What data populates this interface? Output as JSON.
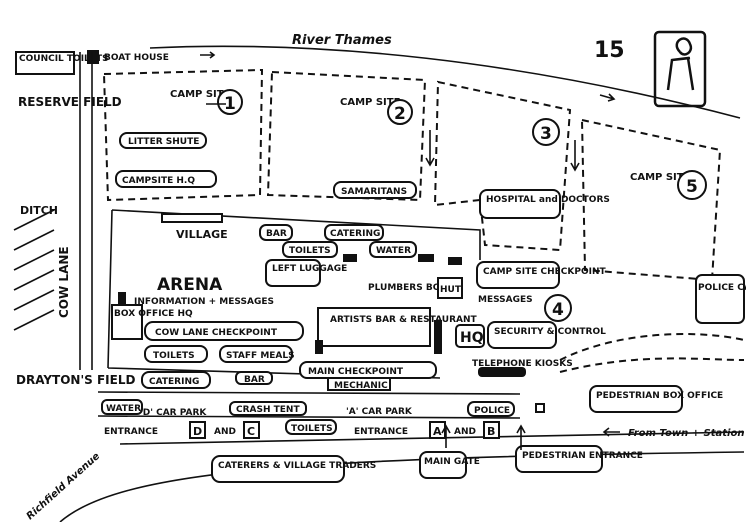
{
  "page_number": "15",
  "river": "River Thames",
  "roads": {
    "cow_lane": "COW LANE",
    "richfield_avenue": "Richfield Avenue",
    "from_town_station": "From Town + Station"
  },
  "areas": {
    "council_toilets": "COUNCIL TOILETS",
    "boat_house": "BOAT HOUSE",
    "reserve_field": "RESERVE FIELD",
    "ditch": "DITCH",
    "draytons_field": "DRAYTON'S FIELD",
    "village": "VILLAGE",
    "arena": "ARENA"
  },
  "camp_sites": [
    {
      "label": "CAMP SITE",
      "number": "1"
    },
    {
      "label": "CAMP SITE",
      "number": "2"
    },
    {
      "label": "",
      "number": "3"
    },
    {
      "label": "",
      "number": "4"
    },
    {
      "label": "CAMP SITE",
      "number": "5"
    }
  ],
  "labels": {
    "litter_shute": "LITTER SHUTE",
    "campsite_hq": "CAMPSITE H.Q",
    "samaritans": "SAMARITANS",
    "hospital": "HOSPITAL and DOCTORS",
    "bar_top": "BAR",
    "catering_top": "CATERING",
    "toilets_top": "TOILETS",
    "water_top": "WATER",
    "left_luggage": "LEFT LUGGAGE",
    "plumbers_box": "PLUMBERS BOX",
    "hut": "HUT",
    "camp_site_checkpoint": "CAMP SITE CHECKPOINT",
    "messages": "MESSAGES",
    "information_messages": "INFORMATION + MESSAGES",
    "box_office_hq": "BOX OFFICE HQ",
    "artists_bar": "ARTISTS BAR & RESTAURANT",
    "hq": "HQ",
    "security_control": "SECURITY & CONTROL",
    "telephone_kiosks": "TELEPHONE KIOSKS",
    "police_car_park": "POLICE CAR PARK",
    "cow_lane_checkpoint": "COW LANE CHECKPOINT",
    "toilets_left": "TOILETS",
    "staff_meals": "STAFF MEALS",
    "catering_left": "CATERING",
    "bar_bottom": "BAR",
    "main_checkpoint": "MAIN CHECKPOINT",
    "mechanic": "MECHANIC",
    "water_bottom": "WATER",
    "d_car_park": "'D' CAR PARK",
    "crash_tent": "CRASH TENT",
    "a_car_park": "'A' CAR PARK",
    "toilets_bottom": "TOILETS",
    "police": "POLICE",
    "pedestrian_box_office": "PEDESTRIAN BOX OFFICE",
    "entrance_d": "ENTRANCE",
    "d": "D",
    "and_1": "AND",
    "c": "C",
    "entrance_a": "ENTRANCE",
    "a": "A",
    "and_2": "AND",
    "b": "B",
    "caterers": "CATERERS & VILLAGE TRADERS",
    "main_gate": "MAIN GATE",
    "pedestrian_entrance": "PEDESTRIAN ENTRANCE"
  }
}
